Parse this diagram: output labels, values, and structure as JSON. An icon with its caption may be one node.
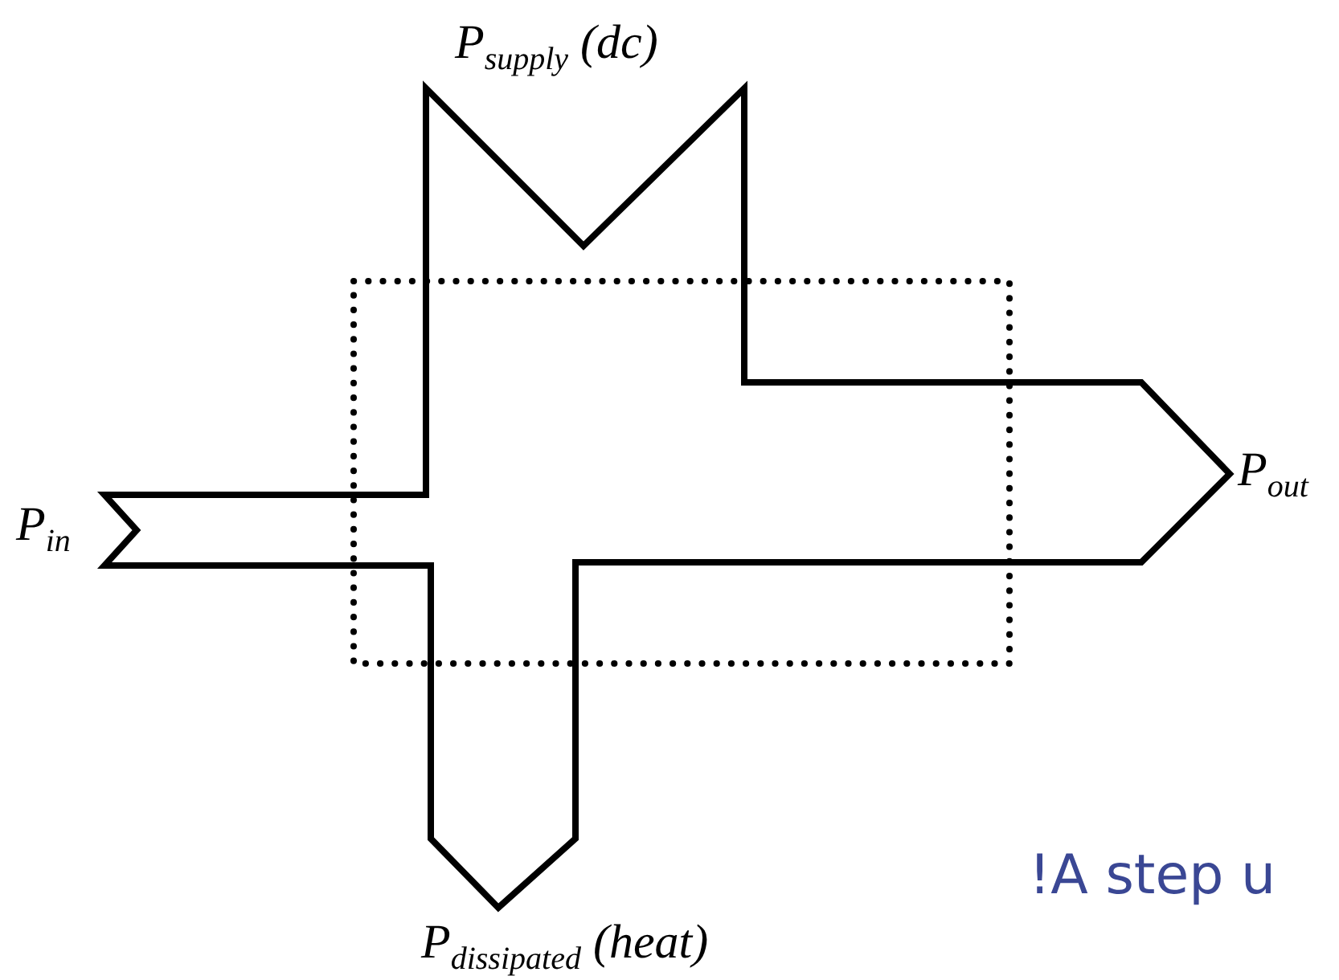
{
  "diagram": {
    "labels": [
      "P$_{supply}$ (dc)",
      "P$_{in}$",
      "P$_{out}$",
      "P$_{dissipated}$ (heat)",
      "!A step u"
    ]
  }
}
